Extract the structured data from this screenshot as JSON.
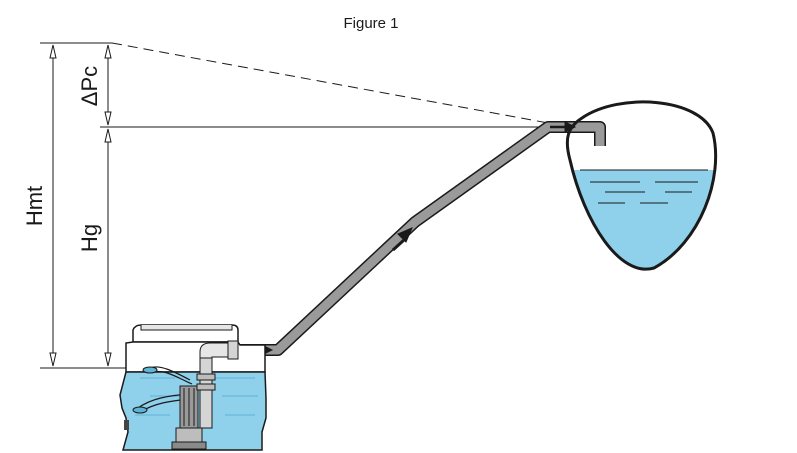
{
  "figure": {
    "title": "Figure 1",
    "labels": {
      "total_head": "Hmt",
      "pressure_loss": "ΔPc",
      "geodetic_head": "Hg"
    }
  },
  "colors": {
    "water": "#8fd0ea",
    "water_dark": "#5fb3d6",
    "pipe": "#9a9a9a",
    "outline": "#1a1a1a",
    "lid": "#e6e6e6"
  }
}
